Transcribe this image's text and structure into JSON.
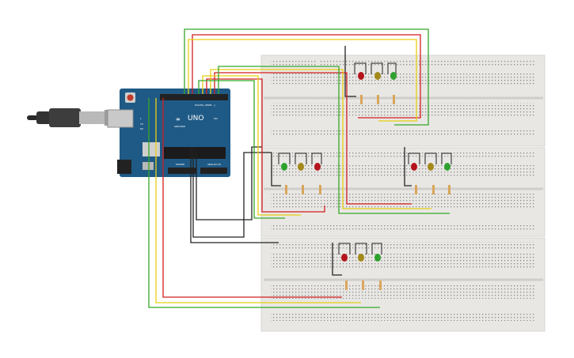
{
  "arduino": {
    "model_label": "UNO",
    "brand_label": "ARDUINO",
    "digital_label": "DIGITAL (PWM ~)",
    "power_label": "POWER",
    "analog_label": "ANALOG IN",
    "board_color": "#1f5a86",
    "tx_label": "TX",
    "rx_label": "RX",
    "l_label": "L",
    "on_label": "ON"
  },
  "colors": {
    "wire_red": "#d21e1e",
    "wire_yellow": "#e8cf12",
    "wire_green": "#35a827",
    "wire_black": "#222222",
    "breadboard": "#e9e7e4",
    "led_red": "#b3141b",
    "led_yellow": "#a38a1a",
    "led_green": "#2ea12e",
    "resistor": "#d9a55a"
  },
  "traffic_lights": [
    {
      "name": "light-1",
      "leds": [
        "red",
        "yellow",
        "green"
      ]
    },
    {
      "name": "light-2",
      "leds": [
        "green",
        "yellow",
        "red"
      ]
    },
    {
      "name": "light-3",
      "leds": [
        "red",
        "yellow",
        "green"
      ]
    },
    {
      "name": "light-4",
      "leds": [
        "red",
        "yellow",
        "green"
      ]
    }
  ],
  "usb_cable": {
    "icon": "usb-cable-icon"
  }
}
